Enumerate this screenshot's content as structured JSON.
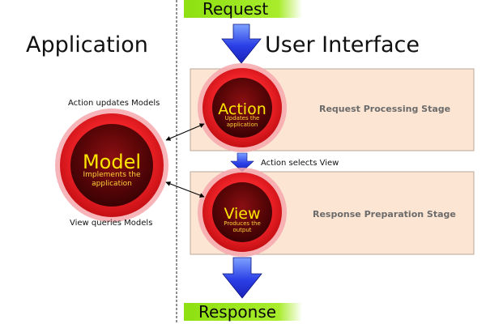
{
  "request_label": "Request",
  "response_label": "Response",
  "left_heading": "Application",
  "right_heading": "User Interface",
  "model": {
    "title": "Model",
    "subtitle_line1": "Implements the",
    "subtitle_line2": "application"
  },
  "action": {
    "title": "Action",
    "subtitle_line1": "Updates the",
    "subtitle_line2": "application"
  },
  "view": {
    "title": "View",
    "subtitle_line1": "Produces  the",
    "subtitle_line2": "output"
  },
  "stages": {
    "request_processing": "Request Processing Stage",
    "response_preparation": "Response Preparation Stage"
  },
  "annotations": {
    "action_updates_models": "Action updates Models",
    "view_queries_models": "View queries Models",
    "action_selects_view": "Action selects View"
  },
  "colors": {
    "label_green": "#9be61a",
    "stage_fill": "#fce5d3",
    "arrow_blue": "#2b3fe6",
    "circle_red": "#e8191e",
    "circle_title": "#ffe600",
    "stage_text": "#6b6b6b"
  },
  "icons": {
    "flow_arrows": "down-arrow-icon",
    "connectors": "double-arrow-icon"
  }
}
